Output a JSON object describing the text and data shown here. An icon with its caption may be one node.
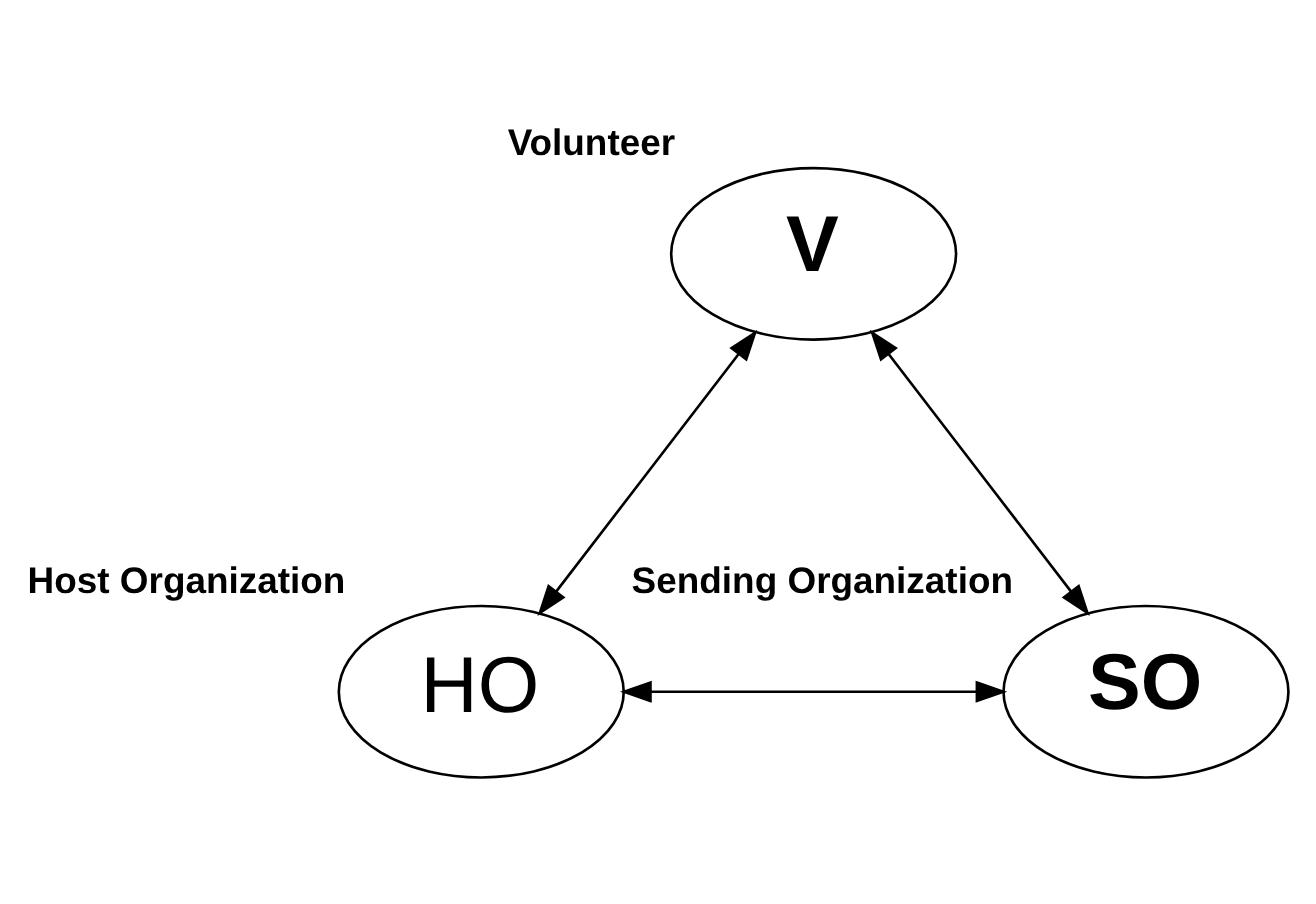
{
  "diagram": {
    "nodes": [
      {
        "text": [
          "V"
        ],
        "beside": [
          "Volunteer"
        ]
      },
      {
        "text": [
          "HO"
        ],
        "beside": [
          "Host Organization"
        ]
      },
      {
        "text": [
          "SO"
        ],
        "beside": [
          "Sending Organization"
        ]
      }
    ],
    "edges": [
      {
        "from": 0,
        "to": 1,
        "arrow": "both"
      },
      {
        "from": 0,
        "to": 2,
        "arrow": "both"
      },
      {
        "from": 1,
        "to": 2,
        "arrow": "both"
      }
    ]
  }
}
